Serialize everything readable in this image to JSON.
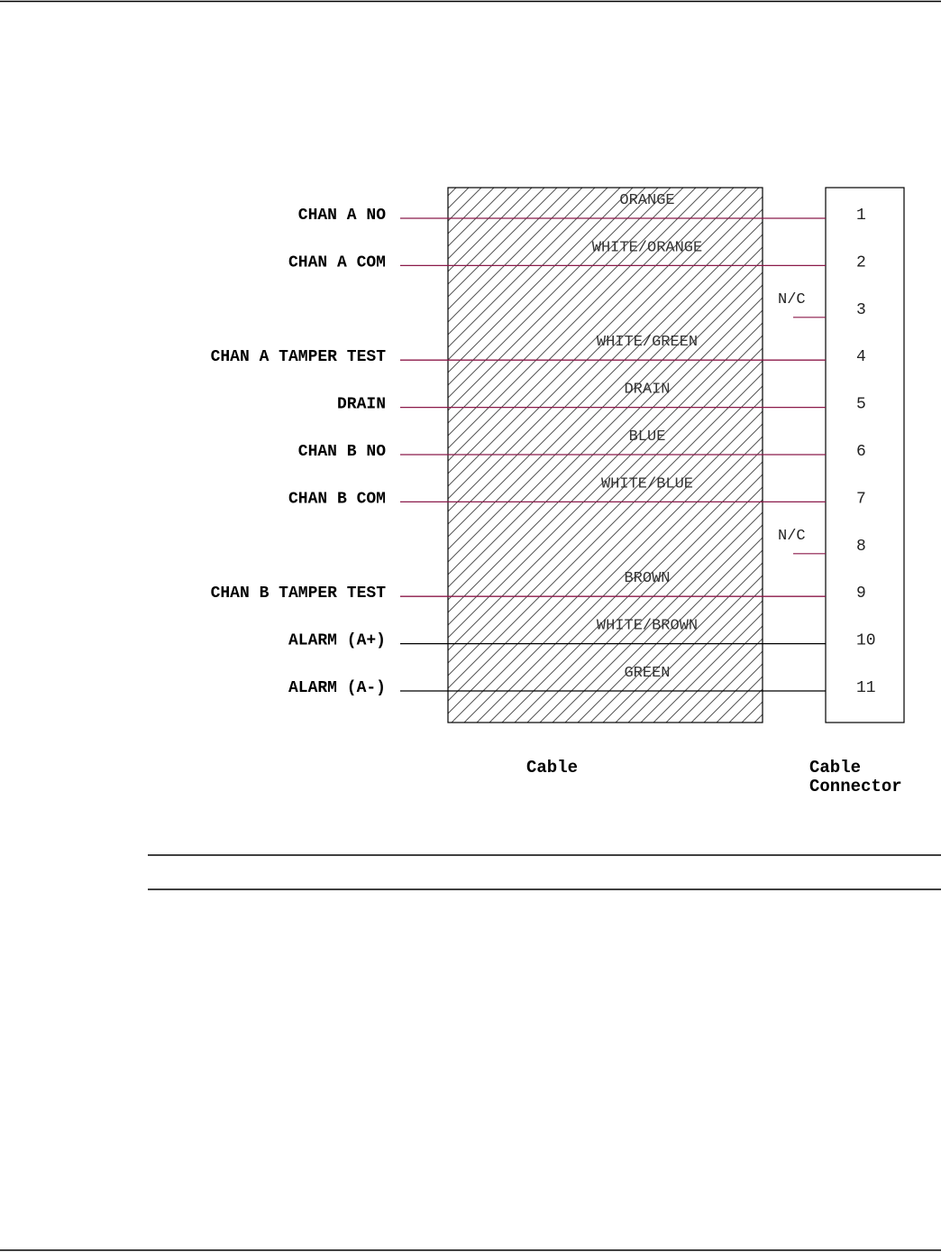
{
  "colors": {
    "signal_wire": "#8b1a4a",
    "alarm_wire": "#000000",
    "hatch": "#555555",
    "rule": "#000000"
  },
  "signals": [
    {
      "label": "CHAN A NO",
      "wire": "ORANGE",
      "pin": "1",
      "color_key": "signal"
    },
    {
      "label": "CHAN A COM",
      "wire": "WHITE/ORANGE",
      "pin": "2",
      "color_key": "signal"
    },
    {
      "label": "",
      "wire": "",
      "pin": "3",
      "color_key": "nc"
    },
    {
      "label": "CHAN A TAMPER TEST",
      "wire": "WHITE/GREEN",
      "pin": "4",
      "color_key": "signal"
    },
    {
      "label": "DRAIN",
      "wire": "DRAIN",
      "pin": "5",
      "color_key": "signal"
    },
    {
      "label": "CHAN B NO",
      "wire": "BLUE",
      "pin": "6",
      "color_key": "signal"
    },
    {
      "label": "CHAN B COM",
      "wire": "WHITE/BLUE",
      "pin": "7",
      "color_key": "signal"
    },
    {
      "label": "",
      "wire": "",
      "pin": "8",
      "color_key": "nc"
    },
    {
      "label": "CHAN B TAMPER TEST",
      "wire": "BROWN",
      "pin": "9",
      "color_key": "signal"
    },
    {
      "label": "ALARM (A+)",
      "wire": "WHITE/BROWN",
      "pin": "10",
      "color_key": "alarm"
    },
    {
      "label": "ALARM (A-)",
      "wire": "GREEN",
      "pin": "11",
      "color_key": "alarm"
    }
  ],
  "nc_label": "N/C",
  "captions": {
    "cable": "Cable",
    "connector_line1": "Cable",
    "connector_line2": "Connector"
  }
}
